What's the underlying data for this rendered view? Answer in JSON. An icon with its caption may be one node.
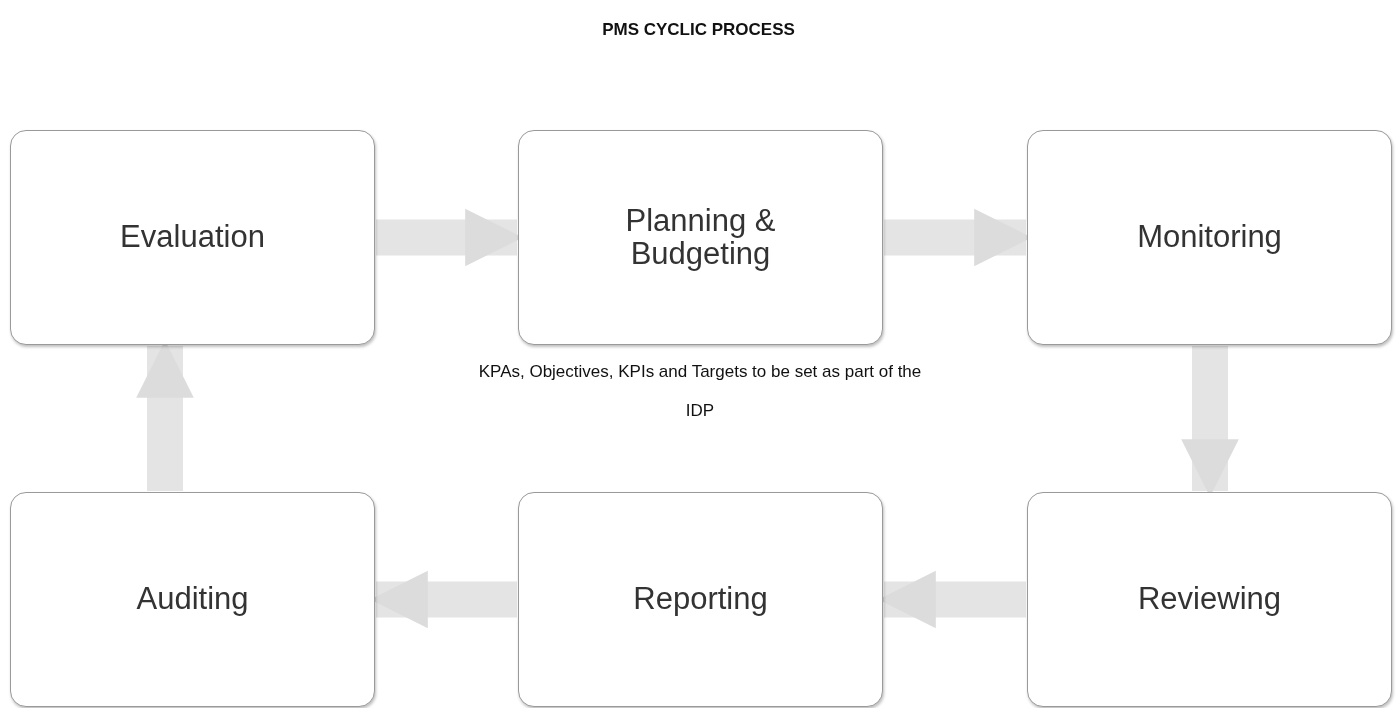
{
  "diagram": {
    "title": "PMS CYCLIC PROCESS",
    "nodes": [
      {
        "text": [
          "Evaluation"
        ]
      },
      {
        "text": [
          "Planning & Budgeting"
        ]
      },
      {
        "text": [
          "Monitoring"
        ]
      },
      {
        "text": [
          "Auditing"
        ]
      },
      {
        "text": [
          "Reporting"
        ]
      },
      {
        "text": [
          "Reviewing"
        ]
      }
    ],
    "edges": [
      {
        "from": 0,
        "to": 1,
        "arrow": "to"
      },
      {
        "from": 1,
        "to": 2,
        "arrow": "to"
      },
      {
        "from": 2,
        "to": 5,
        "arrow": "to"
      },
      {
        "from": 5,
        "to": 4,
        "arrow": "to"
      },
      {
        "from": 4,
        "to": 3,
        "arrow": "to"
      },
      {
        "from": 3,
        "to": 0,
        "arrow": "to"
      }
    ],
    "labels": [
      "KPAs, Objectives, KPIs and Targets to be set as part of the IDP"
    ]
  }
}
